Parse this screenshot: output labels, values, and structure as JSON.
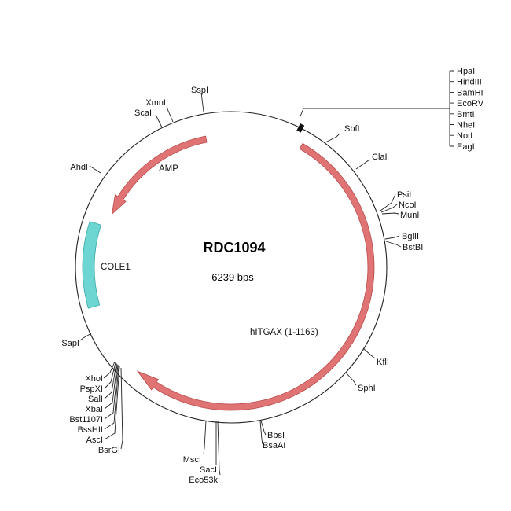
{
  "plasmid": {
    "name": "RDC1094",
    "size_text": "6239 bps"
  },
  "colors": {
    "backbone": "#222222",
    "cds_fill": "#e07474",
    "cds_stroke": "#b84a4a",
    "origin_fill": "#6dd6d2",
    "origin_stroke": "#3aaaa6",
    "mcs_block": "#111111"
  },
  "features": [
    {
      "id": "amp",
      "label": "AMP",
      "kind": "cds",
      "direction": "ccw"
    },
    {
      "id": "hitgax",
      "label": "hITGAX (1-1163)",
      "kind": "cds",
      "direction": "cw"
    },
    {
      "id": "cole1",
      "label": "COLE1",
      "kind": "origin",
      "direction": "none"
    }
  ],
  "sites": {
    "mcs_top": [
      "HpaI",
      "HindIII",
      "BamHI",
      "EcoRV",
      "BmtI",
      "NheI",
      "NotI",
      "EagI"
    ],
    "singles": [
      "SbfI",
      "ClaI",
      "KflI",
      "SphI",
      "SapI",
      "AhdI",
      "ScaI",
      "XmnI",
      "SspI"
    ],
    "cluster_psil": [
      "PsiI",
      "NcoI",
      "MunI"
    ],
    "cluster_bglii": [
      "BglII",
      "BstBI"
    ],
    "cluster_bbsi": [
      "BbsI",
      "BsaAI"
    ],
    "cluster_msci": [
      "MscI",
      "SacI",
      "Eco53kI"
    ],
    "cluster_xhoi": [
      "XhoI",
      "PspXI",
      "SalI",
      "XbaI",
      "Bst1107I",
      "BssHII",
      "AscI",
      "BsrGI"
    ]
  }
}
